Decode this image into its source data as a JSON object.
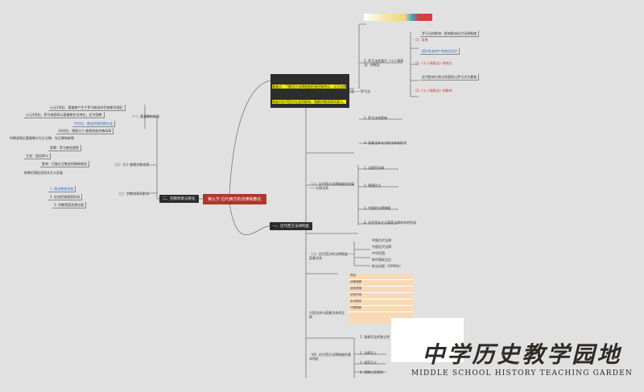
{
  "central": "第九节 近代西方的法律和教化",
  "branch_left": "二、宗教改革与教化",
  "branch_bottom": "一、近代西方法律制度",
  "highlight": "重难点：了解西方法律制度的演进和特点，认识法律制度对近代西方社会的影响；理解宗教改革的意义。",
  "upper_section": "（一）近代西方法律制度的发展——罗马法",
  "upper_items": [
    "1. 罗马法的复兴（十二铜表法）的制定",
    "（1）背景",
    "（2）《十二铜表法》的特点",
    "（3）《十二铜表法》的影响",
    "2. 罗马法的影响",
    "3. 英美法系与大陆法系的形成",
    "罗马法的影响：影响欧洲近代法律制度",
    "保护私有财产和商品经济",
    "近代欧洲大陆法系国家以罗马法为基础"
  ],
  "middle_section": "（二）近代西方法律制度的发展——大陆法系",
  "middle_items": [
    "1. 法国民法典",
    "2. 德国民法",
    "3. 中国的法律移植",
    "4. 近代资本主义国家法律体系的形成"
  ],
  "lower_section": "（三）近代西方的法律制度——英美法系",
  "lower_items": [
    "中国古代法律",
    "中国近代法律",
    "中华民国",
    "新中国成立后",
    "依法治国（1999年）"
  ],
  "compare_title": "大陆法系与英美法系的比较",
  "table_rows": [
    "项目",
    "法律渊源",
    "适用范围",
    "法官作用",
    "诉讼程序",
    "代表国家"
  ],
  "bottom_section": "（四）近代西方法律制度的基本特征",
  "bottom_items": [
    "1. 强调司法的独立性",
    "2. 法律至上",
    "3. 程序正义",
    "4. 保障公民权利"
  ],
  "left_section_1": "（一）基督教的发展",
  "left_section_2": "（二）马丁·路德宗教改革",
  "left_section_3": "（三）宗教改革的影响",
  "left_items": [
    "公元1世纪，基督教产生于罗马统治的巴勒斯坦地区",
    "公元4世纪，罗马帝国承认基督教合法地位，定为国教",
    "中世纪，教会控制西欧社会",
    "16世纪，德国马丁·路德发起宗教改革",
    "宗教改革后基督教分为天主教、东正教和新教",
    "背景：罗马教会腐败",
    "主张：因信称义",
    "影响：打破天主教会的精神统治",
    "新教伦理促进资本主义发展",
    "1. 推动教育发展",
    "2. 促进民族国家形成",
    "3. 宗教宽容思想出现"
  ],
  "watermark_cn": "中学历史教学园地",
  "watermark_en": "MIDDLE SCHOOL HISTORY TEACHING GARDEN"
}
